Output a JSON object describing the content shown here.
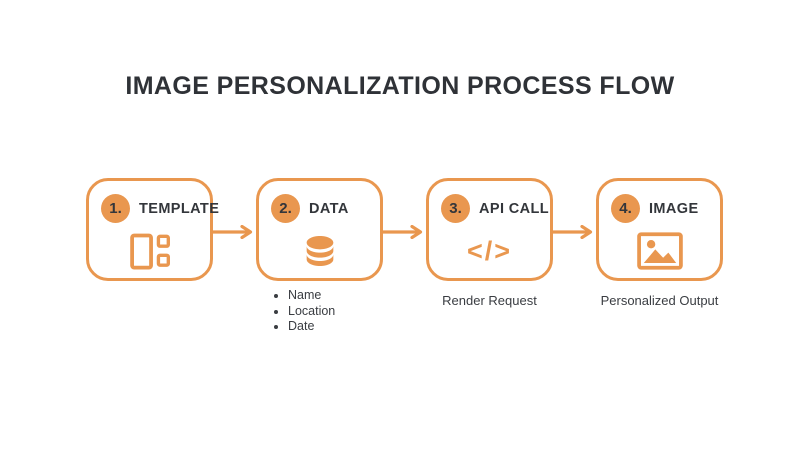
{
  "title": "IMAGE PERSONALIZATION PROCESS FLOW",
  "colors": {
    "accent_orange": "#e9974f",
    "text_dark": "#33363b",
    "background": "#ffffff"
  },
  "steps": [
    {
      "number": "1.",
      "label": "TEMPLATE",
      "icon": "template-layout-icon",
      "caption": ""
    },
    {
      "number": "2.",
      "label": "DATA",
      "icon": "database-icon",
      "details": [
        "Name",
        "Location",
        "Date"
      ]
    },
    {
      "number": "3.",
      "label": "API CALL",
      "icon": "code-icon",
      "icon_glyph": "</>",
      "caption": "Render Request"
    },
    {
      "number": "4.",
      "label": "IMAGE",
      "icon": "image-icon",
      "caption": "Personalized Output"
    }
  ]
}
